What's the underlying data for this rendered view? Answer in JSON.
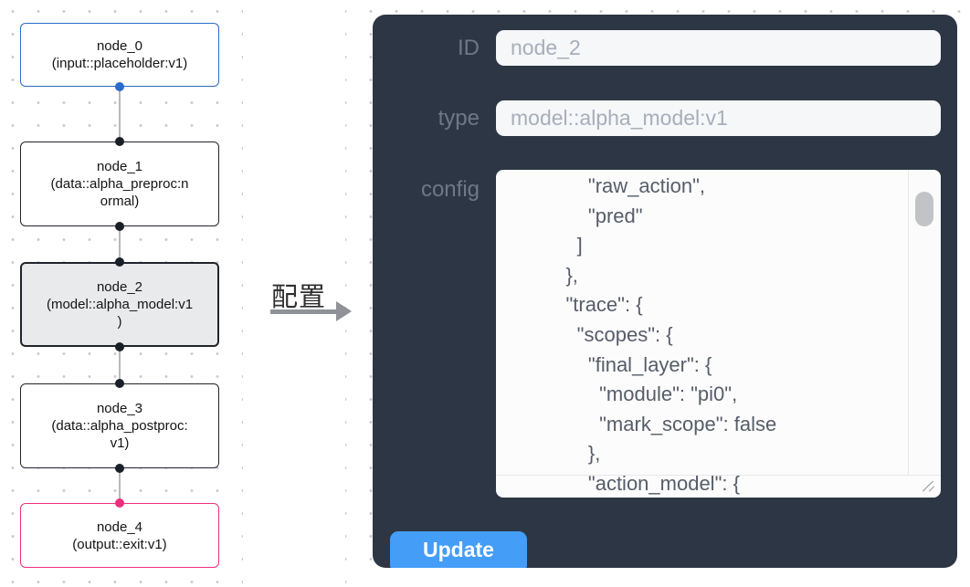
{
  "canvas": {
    "nodes": [
      {
        "id": "node_0",
        "label": "node_0",
        "sublabel": "(input::placeholder:v1)",
        "variant": "input",
        "ports": [
          "bottom"
        ],
        "port_color": "#2a6bcc"
      },
      {
        "id": "node_1",
        "label": "node_1",
        "sublabel": "(data::alpha_preproc:n\normal)",
        "variant": "default",
        "ports": [
          "top",
          "bottom"
        ],
        "port_color": "#1b1f27"
      },
      {
        "id": "node_2",
        "label": "node_2",
        "sublabel": "(model::alpha_model:v1\n)",
        "variant": "selected",
        "ports": [
          "top",
          "bottom"
        ],
        "port_color": "#1b1f27"
      },
      {
        "id": "node_3",
        "label": "node_3",
        "sublabel": "(data::alpha_postproc:\nv1)",
        "variant": "default",
        "ports": [
          "top",
          "bottom"
        ],
        "port_color": "#1b1f27"
      },
      {
        "id": "node_4",
        "label": "node_4",
        "sublabel": "(output::exit:v1)",
        "variant": "output",
        "ports": [
          "top"
        ],
        "port_color": "#ee2e7d"
      }
    ],
    "edges": [
      {
        "from": "node_0",
        "to": "node_1"
      },
      {
        "from": "node_1",
        "to": "node_2"
      },
      {
        "from": "node_2",
        "to": "node_3"
      },
      {
        "from": "node_3",
        "to": "node_4"
      }
    ]
  },
  "annotation": {
    "label": "配置"
  },
  "panel": {
    "fields": [
      {
        "label": "ID",
        "value": "node_2"
      },
      {
        "label": "type",
        "value": "model::alpha_model:v1"
      }
    ],
    "config_label": "config",
    "config_text": "        \"raw_action\",\n        \"pred\"\n      ]\n    },\n    \"trace\": {\n      \"scopes\": {\n        \"final_layer\": {\n          \"module\": \"pi0\",\n          \"mark_scope\": false\n        },\n        \"action_model\": {",
    "update_label": "Update"
  },
  "colors": {
    "panel_bg": "#2d3644",
    "accent_blue": "#2a6bcc",
    "accent_pink": "#ee2e7d",
    "node_border": "#20242c",
    "button_blue": "#449df6",
    "selected_node_bg": "#e9eaec"
  }
}
